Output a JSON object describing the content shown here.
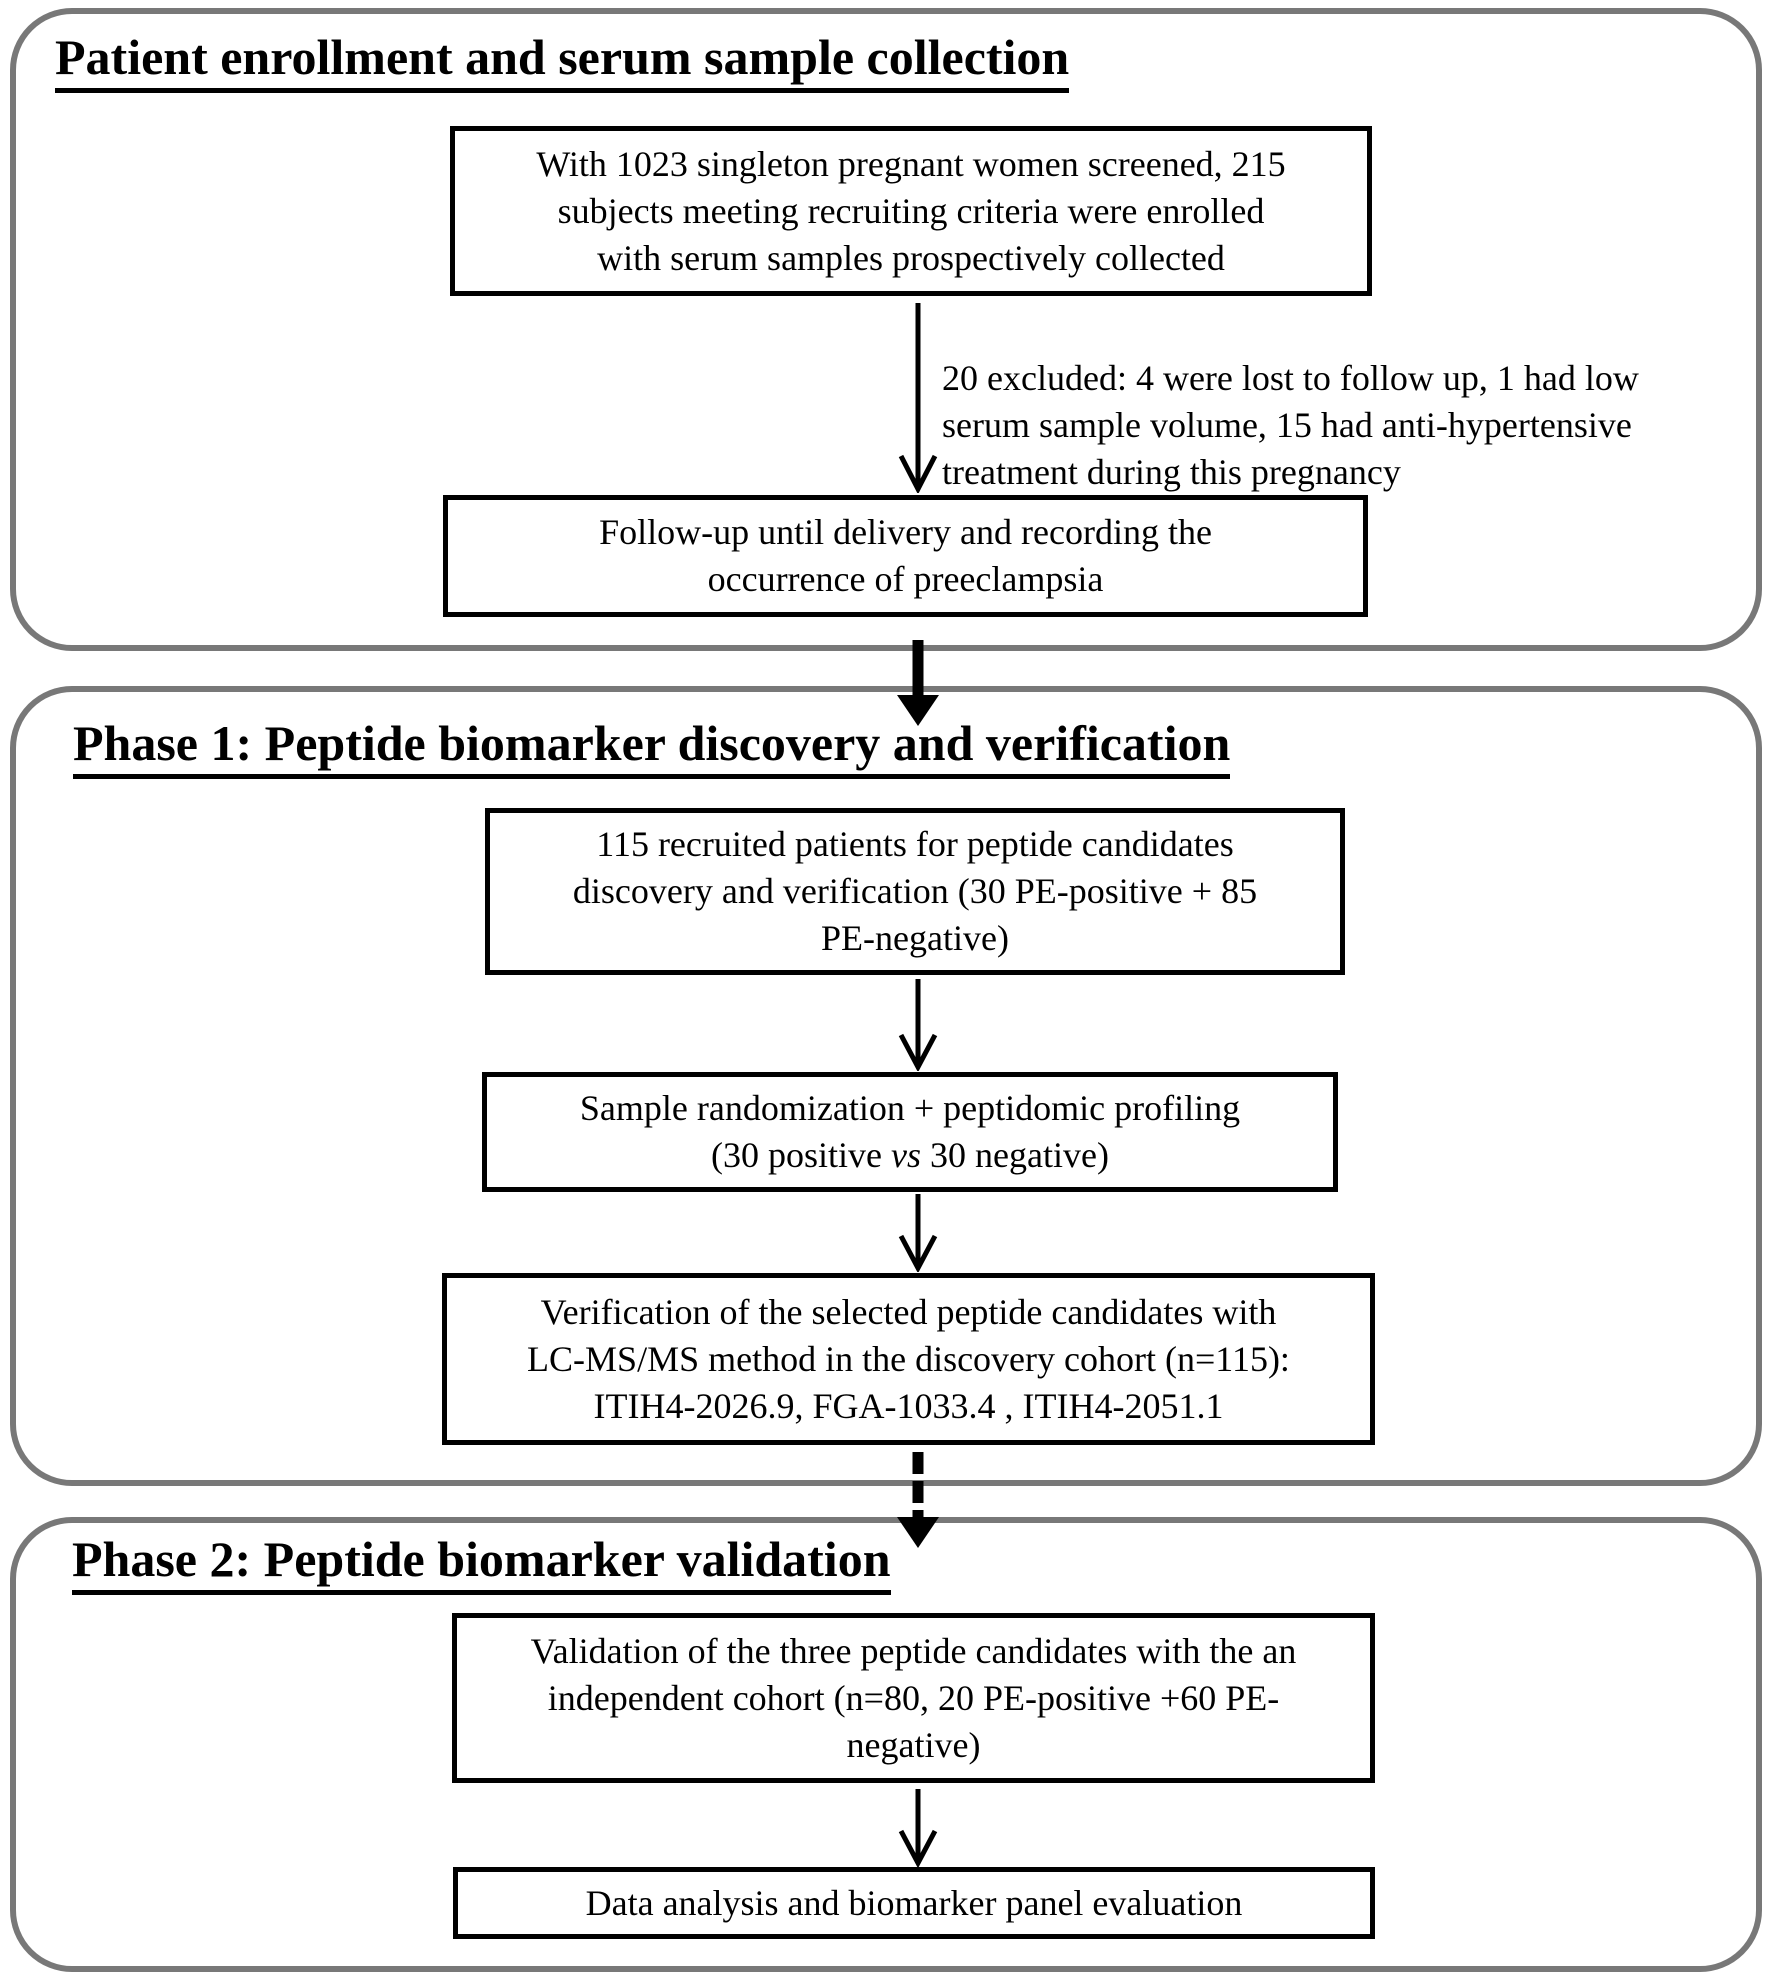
{
  "sections": {
    "enrollment": {
      "title": "Patient enrollment and serum sample collection",
      "box_screened": "With 1023 singleton pregnant women screened, 215\nsubjects meeting recruiting criteria were enrolled\nwith serum samples prospectively collected",
      "excluded_note": "20 excluded: 4 were lost to follow up, 1 had low\nserum sample volume, 15 had anti-hypertensive\ntreatment during this pregnancy",
      "box_followup": "Follow-up until delivery and recording the\noccurrence of preeclampsia"
    },
    "phase1": {
      "title": "Phase 1: Peptide biomarker discovery and verification",
      "box_recruited": "115 recruited patients for peptide candidates\ndiscovery and verification (30 PE-positive + 85\nPE-negative)",
      "box_randomization_line1": "Sample randomization + peptidomic profiling",
      "box_randomization_line2_pre": "(30 positive ",
      "box_randomization_vs": "vs",
      "box_randomization_line2_post": " 30 negative)",
      "box_verification": "Verification of the selected peptide candidates with\nLC-MS/MS method in the discovery cohort (n=115):\nITIH4-2026.9, FGA-1033.4 , ITIH4-2051.1"
    },
    "phase2": {
      "title": "Phase 2: Peptide biomarker validation",
      "box_validation": "Validation of the three peptide candidates with the an\nindependent cohort (n=80, 20 PE-positive +60 PE-\nnegative)",
      "box_analysis": "Data analysis and biomarker panel evaluation"
    }
  },
  "colors": {
    "section_border": "#787878",
    "box_border": "#000000",
    "text": "#000000",
    "background": "#ffffff"
  }
}
